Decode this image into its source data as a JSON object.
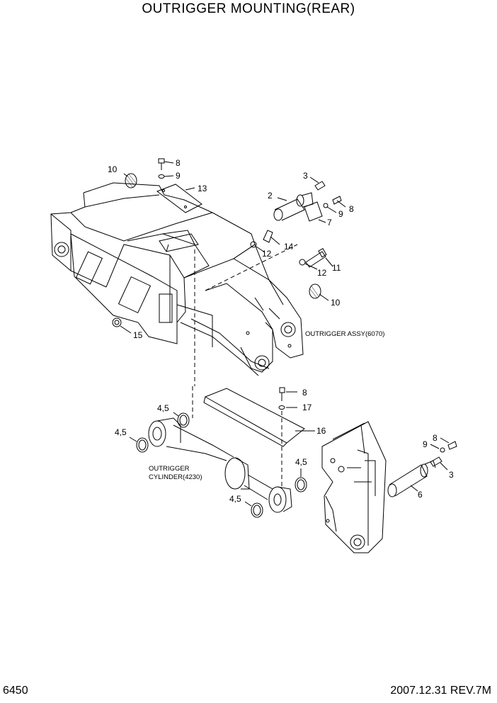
{
  "title": "OUTRIGGER MOUNTING(REAR)",
  "page_number": "6450",
  "revision": "2007.12.31  REV.7M",
  "assemblies": {
    "outrigger_assy": "OUTRIGGER ASSY(6070)",
    "cylinder_line1": "OUTRIGGER",
    "cylinder_line2": "CYLINDER(4230)"
  },
  "callouts": {
    "c1": "10",
    "c2": "8",
    "c3": "9",
    "c4": "13",
    "c5": "3",
    "c6": "2",
    "c7": "8",
    "c8": "9",
    "c9": "7",
    "c10": "14",
    "c11": "12",
    "c12": "11",
    "c13": "12",
    "c14": "10",
    "c15": "15",
    "c16": "8",
    "c17": "17",
    "c18": "16",
    "c19": "4,5",
    "c20": "4,5",
    "c21": "4,5",
    "c22": "4,5",
    "c23": "8",
    "c24": "9",
    "c25": "3",
    "c26": "6"
  }
}
